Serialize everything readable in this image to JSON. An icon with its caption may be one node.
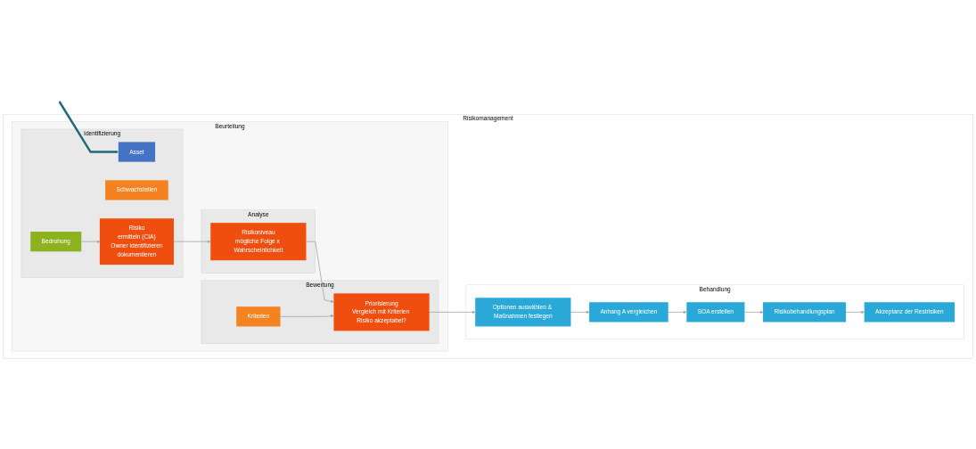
{
  "diagram": {
    "nodes": [
      {
        "text": [
          "Risikomanagement"
        ]
      },
      {
        "text": [
          "Beurteilung"
        ],
        "in": 0
      },
      {
        "text": [
          "Identifizierung"
        ],
        "in": 1
      },
      {
        "text": [
          "Asset"
        ],
        "in": 2
      },
      {
        "text": [
          "Schwachstellen"
        ],
        "in": 2
      },
      {
        "text": [
          "Bedrohung"
        ],
        "in": 2
      },
      {
        "text": [
          "Risiko",
          "ermitteln (CIA)",
          "Owner identifizieren",
          "dokumentieren"
        ],
        "in": 2
      },
      {
        "text": [
          "Analyse"
        ],
        "in": 1
      },
      {
        "text": [
          "Risikoniveau",
          "mögliche Folge x Wahrscheinlichkeit"
        ],
        "in": 7
      },
      {
        "text": [
          "Bewertung"
        ],
        "in": 1
      },
      {
        "text": [
          "Kriterien"
        ],
        "in": 9
      },
      {
        "text": [
          "Priorisierung",
          "Vergleich mit Kriterien Risiko akzeptabel?"
        ],
        "in": 9
      },
      {
        "text": [
          "Behandlung"
        ],
        "in": 0
      },
      {
        "text": [
          "Optionen auswählen & Maßnahmen festlegen"
        ],
        "in": 12
      },
      {
        "text": [
          "Anhang A vergleichen"
        ],
        "in": 12
      },
      {
        "text": [
          "SOA erstellen"
        ],
        "in": 12
      },
      {
        "text": [
          "Risikobehandlungsplan"
        ],
        "in": 12
      },
      {
        "text": [
          "Akzeptanz der Restrisiken"
        ],
        "in": 12
      }
    ],
    "edges": [
      {
        "from": null,
        "to": 3,
        "arrow": "to",
        "style": "thick",
        "color": "#1f6b7a"
      },
      {
        "from": 5,
        "to": 6,
        "arrow": "to"
      },
      {
        "from": 6,
        "to": 8,
        "arrow": "to"
      },
      {
        "from": 8,
        "to": 11,
        "arrow": "to"
      },
      {
        "from": 10,
        "to": 11,
        "arrow": "to"
      },
      {
        "from": 11,
        "to": 13,
        "arrow": "to"
      },
      {
        "from": 13,
        "to": 14,
        "arrow": "to"
      },
      {
        "from": 14,
        "to": 15,
        "arrow": "to"
      },
      {
        "from": 15,
        "to": 16,
        "arrow": "to"
      },
      {
        "from": 16,
        "to": 17,
        "arrow": "to"
      }
    ]
  }
}
